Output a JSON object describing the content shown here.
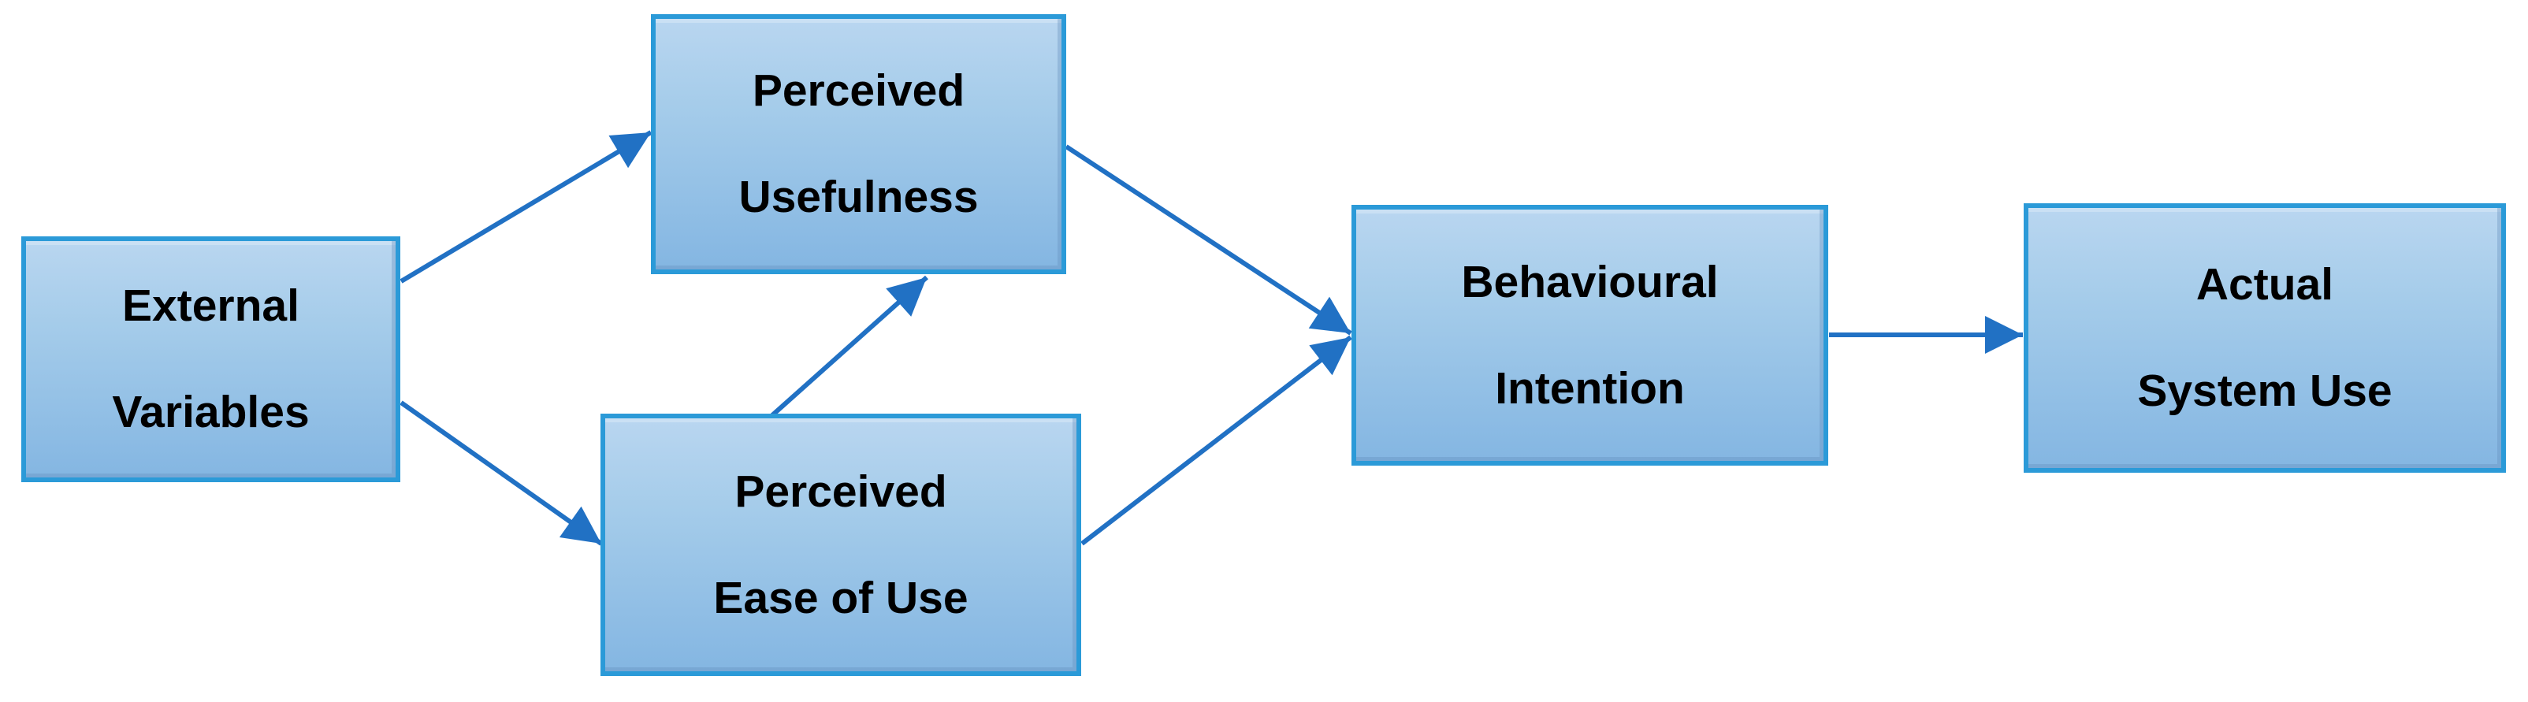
{
  "diagram": {
    "background_color": "#FFFFFF",
    "nodes": [
      {
        "id": "external-variables",
        "line1": "External",
        "line2": "Variables"
      },
      {
        "id": "perceived-usefulness",
        "line1": "Perceived",
        "line2": "Usefulness"
      },
      {
        "id": "perceived-ease-of-use",
        "line1": "Perceived",
        "line2": "Ease of Use"
      },
      {
        "id": "behavioural-intention",
        "line1": "Behavioural",
        "line2": "Intention"
      },
      {
        "id": "actual-system-use",
        "line1": "Actual",
        "line2": "System Use"
      }
    ],
    "edges": [
      {
        "from": "external-variables",
        "to": "perceived-usefulness"
      },
      {
        "from": "external-variables",
        "to": "perceived-ease-of-use"
      },
      {
        "from": "perceived-ease-of-use",
        "to": "perceived-usefulness"
      },
      {
        "from": "perceived-usefulness",
        "to": "behavioural-intention"
      },
      {
        "from": "perceived-ease-of-use",
        "to": "behavioural-intention"
      },
      {
        "from": "behavioural-intention",
        "to": "actual-system-use"
      }
    ],
    "colors": {
      "node_border": "#2B9AD8",
      "node_fill_top": "#B9D6F0",
      "node_fill_bottom": "#84B6E2",
      "arrow": "#2171C4",
      "text": "#000000"
    }
  }
}
